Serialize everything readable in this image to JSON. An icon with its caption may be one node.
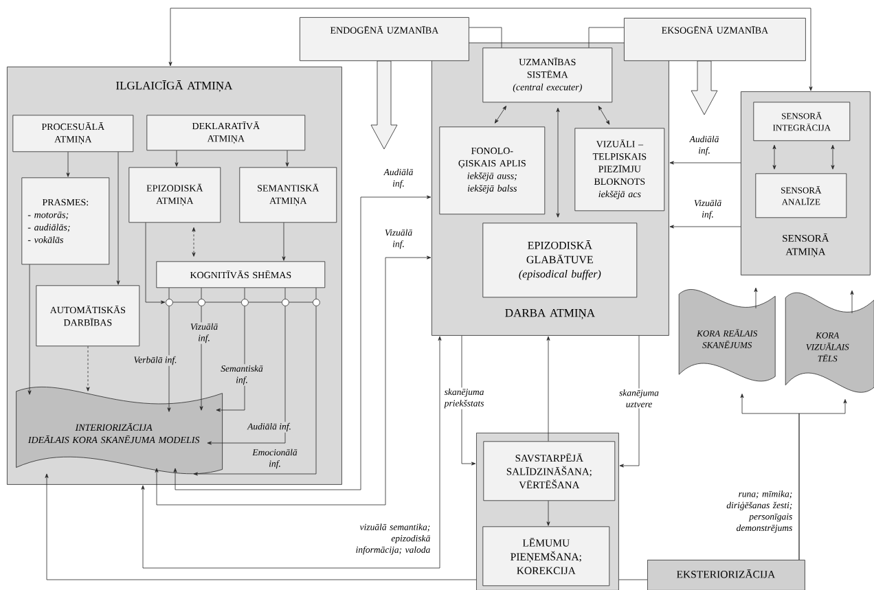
{
  "diagram": {
    "nodes": [
      {
        "text": [
          "ILGLAICĪGĀ ATMIŅA"
        ]
      },
      {
        "text": [
          "PROCESUĀLĀ ATMIŅA"
        ],
        "in": 0
      },
      {
        "text": [
          "DEKLARATĪVĀ ATMIŅA"
        ],
        "in": 0
      },
      {
        "text": [
          "PRASMES:",
          "- motorās;",
          "- audiālās;",
          "- vokālās"
        ],
        "in": 0
      },
      {
        "text": [
          "EPIZODISKĀ ATMIŅA"
        ],
        "in": 0
      },
      {
        "text": [
          "SEMANTISKĀ ATMIŅA"
        ],
        "in": 0
      },
      {
        "text": [
          "KOGNITĪVĀS SHĒMAS"
        ],
        "in": 0
      },
      {
        "text": [
          "AUTOMĀTISKĀS DARBĪBAS"
        ],
        "in": 0
      },
      {
        "text": [
          "INTERIORIZĀCIJA",
          "IDEĀLAIS KORA SKANĒJUMA MODELIS"
        ],
        "in": 0
      },
      {
        "text": [],
        "shape": "circle",
        "in": 0
      },
      {
        "text": [],
        "shape": "circle",
        "in": 0
      },
      {
        "text": [],
        "shape": "circle",
        "in": 0
      },
      {
        "text": [],
        "shape": "circle",
        "in": 0
      },
      {
        "text": [],
        "shape": "circle",
        "in": 0
      },
      {
        "text": [
          "ENDOGĒNĀ UZMANĪBA"
        ]
      },
      {
        "text": [
          "DARBA ATMIŅA"
        ]
      },
      {
        "text": [
          "UZMANĪBAS SISTĒMA",
          "(*central executer*)"
        ],
        "in": 15
      },
      {
        "text": [
          "FONOLO- ĢISKAIS APLIS",
          "iekšējā auss; iekšējā balss"
        ],
        "in": 15
      },
      {
        "text": [
          "VIZUĀLI – TELPISKAIS PIEZĪMJU BLOKNOTS",
          "iekšējā acs"
        ],
        "in": 15
      },
      {
        "text": [
          "EPIZODISKĀ GLABĀTUVE",
          "(*episodical buffer*)"
        ],
        "in": 15
      },
      {
        "text": [
          "EKSOGĒNĀ UZMANĪBA"
        ]
      },
      {
        "text": [
          "SENSORĀ ATMIŅA"
        ]
      },
      {
        "text": [
          "SENSORĀ INTEGRĀCIJA"
        ],
        "in": 21
      },
      {
        "text": [
          "SENSORĀ ANALĪZE"
        ],
        "in": 21
      },
      {
        "text": [
          "KORA REĀLAIS SKANĒJUMS"
        ]
      },
      {
        "text": [
          "KORA VIZUĀLAIS TĒLS"
        ]
      },
      {
        "text": [],
        "shape": "box"
      },
      {
        "text": [
          "SAVSTARPĒJĀ SALĪDZINĀŠANA; VĒRTĒŠANA"
        ],
        "in": 26
      },
      {
        "text": [
          "LĒMUMU PIEŅEMŠANA; KOREKCIJA"
        ],
        "in": 26
      },
      {
        "text": [
          "EKSTERIORIZĀCIJA"
        ]
      }
    ],
    "edges": [
      {
        "from": 1,
        "to": 3,
        "arrow": "to"
      },
      {
        "from": 1,
        "to": 7,
        "arrow": "to"
      },
      {
        "from": 2,
        "to": 4,
        "arrow": "to"
      },
      {
        "from": 2,
        "to": 5,
        "arrow": "to"
      },
      {
        "from": 3,
        "to": 8,
        "arrow": "to"
      },
      {
        "from": 7,
        "to": 8,
        "arrow": "to",
        "style": "dashed"
      },
      {
        "from": 4,
        "to": 6,
        "arrow": "both",
        "style": "dashed"
      },
      {
        "from": 5,
        "to": 6,
        "arrow": "to"
      },
      {
        "from": 4,
        "to": 9,
        "arrow": "to"
      },
      {
        "from": 6,
        "to": 9,
        "arrow": "none"
      },
      {
        "from": 6,
        "to": 10,
        "arrow": "none"
      },
      {
        "from": 6,
        "to": 11,
        "arrow": "none"
      },
      {
        "from": 6,
        "to": 12,
        "arrow": "none"
      },
      {
        "from": 6,
        "to": 13,
        "arrow": "none"
      },
      {
        "from": 9,
        "to": 10,
        "arrow": "none"
      },
      {
        "from": 10,
        "to": 11,
        "arrow": "none"
      },
      {
        "from": 11,
        "to": 12,
        "arrow": "none"
      },
      {
        "from": 12,
        "to": 13,
        "arrow": "none"
      },
      {
        "from": 9,
        "to": 8,
        "arrow": "to",
        "label": "Verbālā inf."
      },
      {
        "from": 10,
        "to": 8,
        "arrow": "to",
        "label": "Vizuālā inf."
      },
      {
        "from": 11,
        "to": 8,
        "arrow": "to",
        "label": "Semantiskā inf."
      },
      {
        "from": 12,
        "to": 8,
        "arrow": "to",
        "label": "Audiālā inf."
      },
      {
        "from": 13,
        "to": 8,
        "arrow": "to",
        "label": "Emocionālā inf."
      },
      {
        "from": 14,
        "to": 16,
        "arrow": "none"
      },
      {
        "from": 20,
        "to": 16,
        "arrow": "none"
      },
      {
        "from": 14,
        "to": null,
        "arrow": "to",
        "style": "thick"
      },
      {
        "from": 20,
        "to": null,
        "arrow": "to",
        "style": "thick"
      },
      {
        "from": 21,
        "to": 0,
        "arrow": "both"
      },
      {
        "from": 21,
        "to": 15,
        "arrow": "to",
        "label": "Audiālā inf."
      },
      {
        "from": 21,
        "to": 15,
        "arrow": "to",
        "label": "Vizuālā inf."
      },
      {
        "from": 22,
        "to": 23,
        "arrow": "both"
      },
      {
        "from": 22,
        "to": 23,
        "arrow": "both"
      },
      {
        "from": 16,
        "to": 17,
        "arrow": "both"
      },
      {
        "from": 16,
        "to": 18,
        "arrow": "both"
      },
      {
        "from": 16,
        "to": 19,
        "arrow": "both"
      },
      {
        "from": 8,
        "to": 15,
        "arrow": "both",
        "label": "Audiālā inf."
      },
      {
        "from": 8,
        "to": 15,
        "arrow": "both",
        "label": "Vizuālā inf."
      },
      {
        "from": 15,
        "to": 0,
        "arrow": "both",
        "label": "vizuālā semantika; epizodiskā informācija; valoda"
      },
      {
        "from": 26,
        "to": 8,
        "arrow": "to"
      },
      {
        "from": 15,
        "to": 26,
        "arrow": "to",
        "label": "skanējuma priekšstats"
      },
      {
        "from": 15,
        "to": 26,
        "arrow": "to",
        "label": "skanējuma uztvere"
      },
      {
        "from": 27,
        "to": 15,
        "arrow": "to"
      },
      {
        "from": 27,
        "to": 28,
        "arrow": "to"
      },
      {
        "from": 29,
        "to": 26,
        "arrow": "none"
      },
      {
        "from": 29,
        "to": 24,
        "arrow": "to",
        "label": "runa; mīmika; diriģēšanas žesti; personīgais demonstrējums"
      },
      {
        "from": 29,
        "to": 25,
        "arrow": "to"
      },
      {
        "from": 24,
        "to": null,
        "arrow": "to"
      },
      {
        "from": 25,
        "to": null,
        "arrow": "to"
      }
    ]
  }
}
